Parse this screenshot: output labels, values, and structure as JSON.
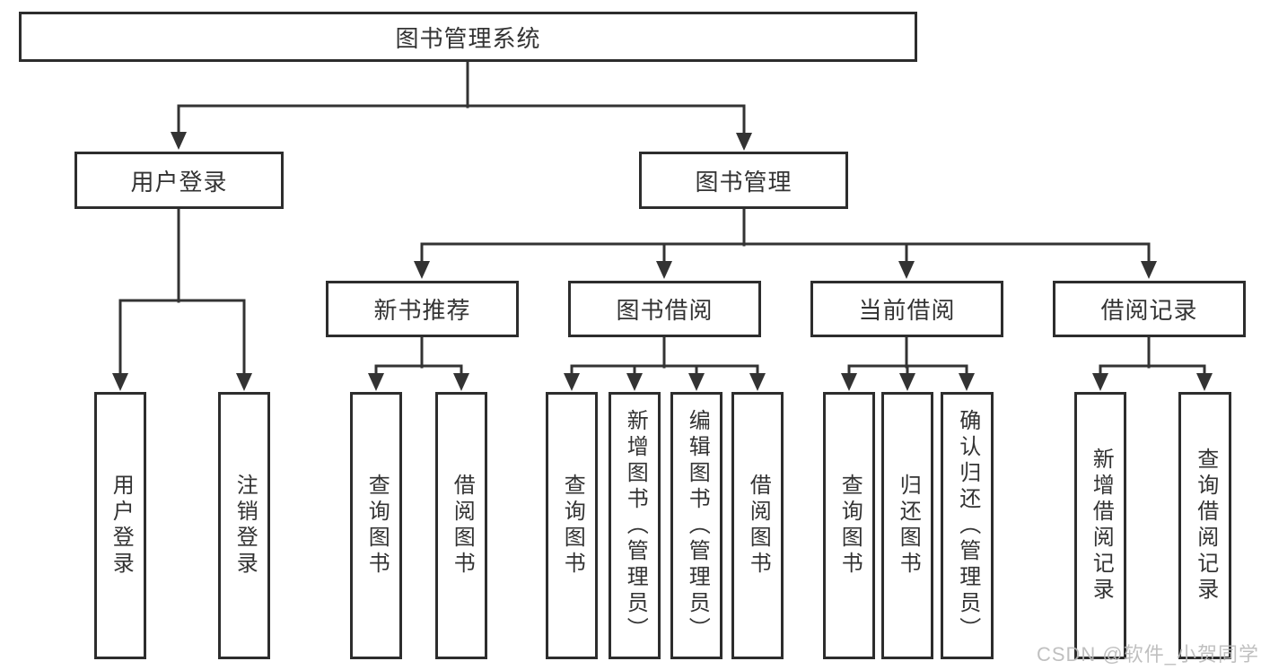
{
  "diagram_title": "图书管理系统",
  "tree": {
    "label": "图书管理系统",
    "children": [
      {
        "label": "用户登录",
        "children": [
          {
            "label": "用户登录"
          },
          {
            "label": "注销登录"
          }
        ]
      },
      {
        "label": "图书管理",
        "children": [
          {
            "label": "新书推荐",
            "children": [
              {
                "label": "查询图书"
              },
              {
                "label": "借阅图书"
              }
            ]
          },
          {
            "label": "图书借阅",
            "children": [
              {
                "label": "查询图书"
              },
              {
                "label": "新增图书（管理员）"
              },
              {
                "label": "编辑图书（管理员）"
              },
              {
                "label": "借阅图书"
              }
            ]
          },
          {
            "label": "当前借阅",
            "children": [
              {
                "label": "查询图书"
              },
              {
                "label": "归还图书"
              },
              {
                "label": "确认归还（管理员）"
              }
            ]
          },
          {
            "label": "借阅记录",
            "children": [
              {
                "label": "新增借阅记录"
              },
              {
                "label": "查询借阅记录"
              }
            ]
          }
        ]
      }
    ]
  },
  "watermark": {
    "text": "CSDN @软件_小贺同学"
  },
  "colors": {
    "line": "#333333",
    "box_border": "#2d2d2d",
    "text": "#333333",
    "watermark": "#b9b9b9",
    "background": "#ffffff"
  }
}
